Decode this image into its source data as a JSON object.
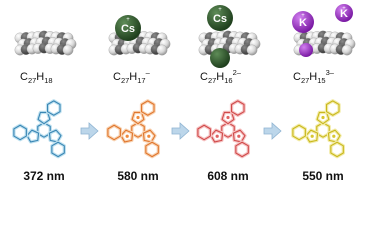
{
  "molecules": [
    {
      "formula": {
        "base": "C",
        "sub1": "27",
        "mid": "H",
        "sub2": "18",
        "charge": ""
      },
      "ions": [],
      "wavelength": "372 nm",
      "colors": {
        "stroke": "#3a86b4",
        "glow": "#bfe1f0",
        "dot": ""
      }
    },
    {
      "formula": {
        "base": "C",
        "sub1": "27",
        "mid": "H",
        "sub2": "17",
        "charge": "–"
      },
      "ions": [
        {
          "label": "Cs",
          "color": "#2e5e2c",
          "plus": "+"
        }
      ],
      "wavelength": "580 nm",
      "colors": {
        "stroke": "#e0762d",
        "glow": "#f8d3b3",
        "dot": "#f08a3c"
      }
    },
    {
      "formula": {
        "base": "C",
        "sub1": "27",
        "mid": "H",
        "sub2": "16",
        "charge": "2–"
      },
      "ions": [
        {
          "label": "Cs",
          "color": "#2e5e2c",
          "plus": "+"
        },
        {
          "label": "",
          "color": "#2e5e2c",
          "plus": ""
        }
      ],
      "wavelength": "608 nm",
      "colors": {
        "stroke": "#d04a4a",
        "glow": "#f6c3c3",
        "dot": "#e06262"
      }
    },
    {
      "formula": {
        "base": "C",
        "sub1": "27",
        "mid": "H",
        "sub2": "15",
        "charge": "3–"
      },
      "ions": [
        {
          "label": "K",
          "color": "#9c2fc4",
          "plus": "+"
        },
        {
          "label": "K",
          "color": "#9c2fc4",
          "plus": "+"
        },
        {
          "label": "",
          "color": "#9c2fc4",
          "plus": ""
        }
      ],
      "wavelength": "550 nm",
      "colors": {
        "stroke": "#c9b81d",
        "glow": "#f3ecaa",
        "dot": "#d8c730"
      }
    }
  ],
  "arrow_color": "#bcd6ea",
  "arrow_stroke": "#8fb4d2"
}
